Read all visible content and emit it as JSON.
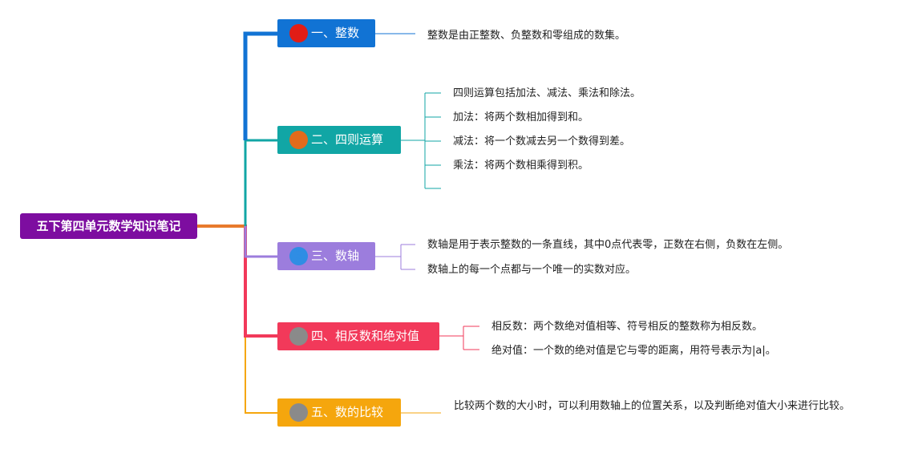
{
  "root": {
    "title": "五下第四单元数学知识笔记"
  },
  "colors": {
    "root": "#7d0da0",
    "branch1": "#1173d4",
    "branch2": "#11a6a5",
    "branch3": "#9c7ddd",
    "branch4": "#f2395a",
    "branch5": "#f5a60d"
  },
  "branches": [
    {
      "number": "1",
      "label": "一、整数",
      "leaves": [
        "整数是由正整数、负整数和零组成的数集。"
      ]
    },
    {
      "number": "2",
      "label": "二、四则运算",
      "leaves": [
        "四则运算包括加法、减法、乘法和除法。",
        "加法：将两个数相加得到和。",
        "减法：将一个数减去另一个数得到差。",
        "乘法：将两个数相乘得到积。"
      ]
    },
    {
      "number": "3",
      "label": "三、数轴",
      "leaves": [
        "数轴是用于表示整数的一条直线，其中0点代表零，正数在右侧，负数在左侧。",
        "数轴上的每一个点都与一个唯一的实数对应。"
      ]
    },
    {
      "number": "4",
      "label": "四、相反数和绝对值",
      "leaves": [
        "相反数：两个数绝对值相等、符号相反的整数称为相反数。",
        "绝对值：一个数的绝对值是它与零的距离，用符号表示为|a|。"
      ]
    },
    {
      "number": "5",
      "label": "五、数的比较",
      "leaves": [
        "比较两个数的大小时，可以利用数轴上的位置关系，以及判断绝对值大小来进行比较。"
      ]
    }
  ]
}
